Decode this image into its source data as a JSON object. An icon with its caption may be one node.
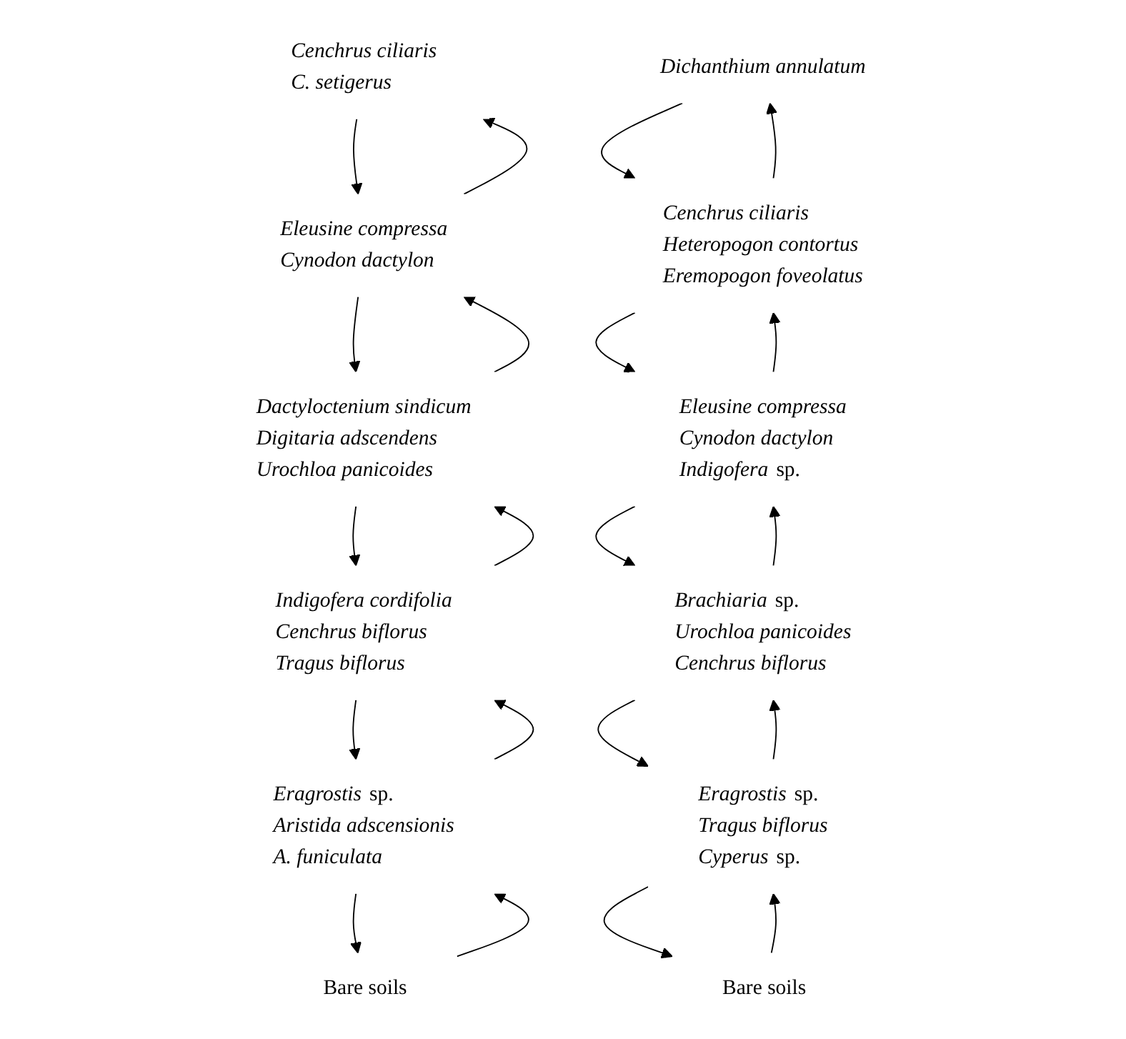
{
  "diagram": {
    "nodes": [
      {
        "text": [
          "Cenchrus ciliaris",
          "C. setigerus"
        ]
      },
      {
        "text": [
          "Eleusine compressa",
          "Cynodon dactylon"
        ]
      },
      {
        "text": [
          "Dactyloctenium sindicum",
          "Digitaria adscendens",
          "Urochloa panicoides"
        ]
      },
      {
        "text": [
          "Indigofera cordifolia",
          "Cenchrus biflorus",
          "Tragus biflorus"
        ]
      },
      {
        "text": [
          "*Eragrostis* sp.",
          "Aristida adscensionis",
          "A. funiculata"
        ]
      },
      {
        "text": [
          "Bare soils"
        ]
      },
      {
        "text": [
          "Dichanthium annulatum"
        ]
      },
      {
        "text": [
          "Cenchrus ciliaris",
          "Heteropogon contortus",
          "Eremopogon foveolatus"
        ]
      },
      {
        "text": [
          "Eleusine compressa",
          "Cynodon dactylon",
          "*Indigofera* sp."
        ]
      },
      {
        "text": [
          "*Brachiaria* sp.",
          "Urochloa panicoides",
          "Cenchrus biflorus"
        ]
      },
      {
        "text": [
          "*Eragrostis* sp.",
          "Tragus biflorus",
          "*Cyperus* sp."
        ]
      },
      {
        "text": [
          "Bare soils"
        ]
      }
    ],
    "edges": [
      {
        "from": 0,
        "to": 1,
        "arrow": "to"
      },
      {
        "from": 1,
        "to": 0,
        "arrow": "to"
      },
      {
        "from": 1,
        "to": 2,
        "arrow": "to"
      },
      {
        "from": 2,
        "to": 1,
        "arrow": "to"
      },
      {
        "from": 2,
        "to": 3,
        "arrow": "to"
      },
      {
        "from": 3,
        "to": 2,
        "arrow": "to"
      },
      {
        "from": 3,
        "to": 4,
        "arrow": "to"
      },
      {
        "from": 4,
        "to": 3,
        "arrow": "to"
      },
      {
        "from": 4,
        "to": 5,
        "arrow": "to"
      },
      {
        "from": 5,
        "to": 4,
        "arrow": "to"
      },
      {
        "from": 6,
        "to": 7,
        "arrow": "to"
      },
      {
        "from": 7,
        "to": 6,
        "arrow": "to"
      },
      {
        "from": 7,
        "to": 8,
        "arrow": "to"
      },
      {
        "from": 8,
        "to": 7,
        "arrow": "to"
      },
      {
        "from": 8,
        "to": 9,
        "arrow": "to"
      },
      {
        "from": 9,
        "to": 8,
        "arrow": "to"
      },
      {
        "from": 9,
        "to": 10,
        "arrow": "to"
      },
      {
        "from": 10,
        "to": 9,
        "arrow": "to"
      },
      {
        "from": 10,
        "to": 11,
        "arrow": "to"
      },
      {
        "from": 11,
        "to": 10,
        "arrow": "to"
      }
    ]
  }
}
